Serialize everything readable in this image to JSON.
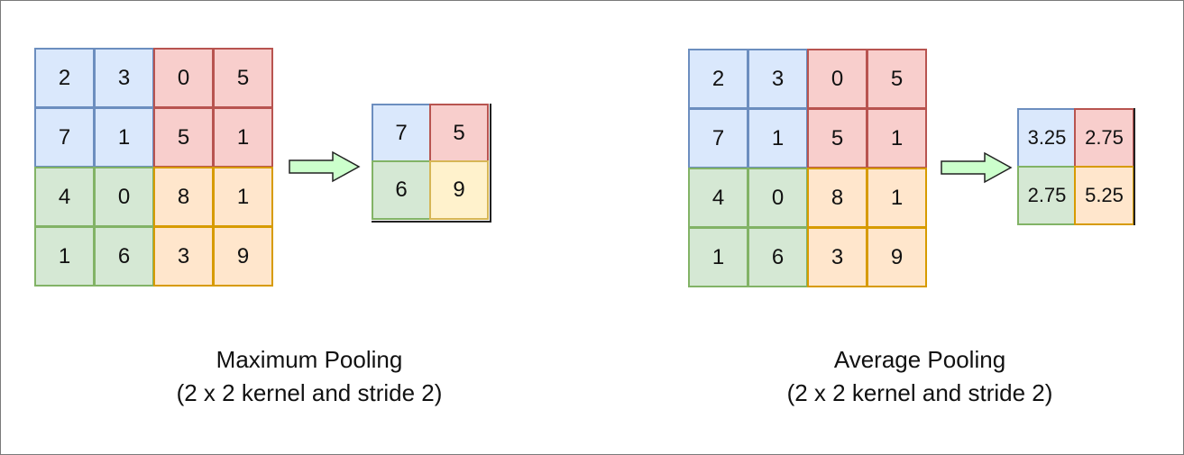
{
  "max_pooling": {
    "input": [
      [
        "2",
        "3",
        "0",
        "5"
      ],
      [
        "7",
        "1",
        "5",
        "1"
      ],
      [
        "4",
        "0",
        "8",
        "1"
      ],
      [
        "1",
        "6",
        "3",
        "9"
      ]
    ],
    "output": [
      [
        "7",
        "5"
      ],
      [
        "6",
        "9"
      ]
    ],
    "title": "Maximum Pooling",
    "subtitle": "(2 x 2 kernel and stride 2)"
  },
  "avg_pooling": {
    "input": [
      [
        "2",
        "3",
        "0",
        "5"
      ],
      [
        "7",
        "1",
        "5",
        "1"
      ],
      [
        "4",
        "0",
        "8",
        "1"
      ],
      [
        "1",
        "6",
        "3",
        "9"
      ]
    ],
    "output": [
      [
        "3.25",
        "2.75"
      ],
      [
        "2.75",
        "5.25"
      ]
    ],
    "title": "Average Pooling",
    "subtitle": "(2 x 2 kernel and stride 2)"
  },
  "colors": {
    "blue_fill": "#dae8fc",
    "blue_stroke": "#6c8ebf",
    "red_fill": "#f8cecc",
    "red_stroke": "#b85450",
    "green_fill": "#d5e8d4",
    "green_stroke": "#82b366",
    "orange_fill": "#ffe6cc",
    "orange_stroke": "#d79b00",
    "yellow_fill": "#fff2cc",
    "arrow_fill": "#ccffcc"
  }
}
